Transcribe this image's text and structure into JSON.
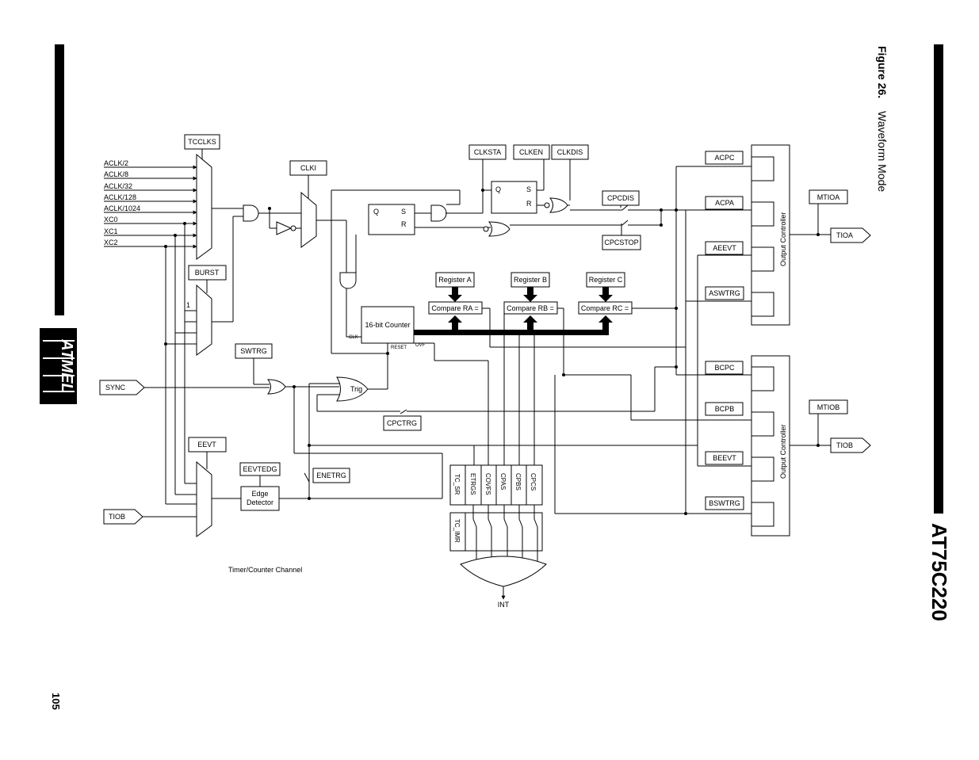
{
  "doc": {
    "figure_label": "Figure 26.",
    "figure_title": "Waveform Mode",
    "product": "AT75C220",
    "page_number": "105",
    "logo_text": "ATMEL",
    "caption": "Timer/Counter Channel"
  },
  "inputs": {
    "clocks": [
      "ACLK/2",
      "ACLK/8",
      "ACLK/32",
      "ACLK/128",
      "ACLK/1024",
      "XC0",
      "XC1",
      "XC2"
    ],
    "sync": "SYNC",
    "tiob_in": "TIOB",
    "one": "1"
  },
  "registers": {
    "tcclks": "TCCLKS",
    "clki": "CLKI",
    "burst": "BURST",
    "swtrg": "SWTRG",
    "eevt": "EEVT",
    "eevtedg": "EEVTEDG",
    "enetrg": "ENETRG",
    "cpctrg": "CPCTRG",
    "clksta": "CLKSTA",
    "clken": "CLKEN",
    "clkdis": "CLKDIS",
    "cpcdis": "CPCDIS",
    "cpcstop": "CPCSTOP",
    "register_a": "Register A",
    "register_b": "Register B",
    "register_c": "Register C",
    "compare_ra": "Compare RA =",
    "compare_rb": "Compare RB =",
    "compare_rc": "Compare RC ="
  },
  "blocks": {
    "counter": "16-bit Counter",
    "clk": "CLK",
    "reset": "RESET",
    "ovf": "OVF",
    "trig": "Trig",
    "edge_detector_1": "Edge",
    "edge_detector_2": "Detector",
    "ff1_q": "Q",
    "ff1_s": "S",
    "ff1_r": "R",
    "ff2_q": "Q",
    "ff2_s": "S",
    "ff2_r": "R",
    "int": "INT"
  },
  "status": {
    "tc_sr": "TC_SR",
    "bits": [
      "ETRGS",
      "COVFS",
      "CPAS",
      "CPBS",
      "CPCS"
    ],
    "tc_imr": "TC_IMR"
  },
  "output_a": {
    "controller": "Output Controller",
    "inputs": [
      "ACPC",
      "ACPA",
      "AEEVT",
      "ASWTRG"
    ],
    "mtio": "MTIOA",
    "tio": "TIOA"
  },
  "output_b": {
    "controller": "Output Controller",
    "inputs": [
      "BCPC",
      "BCPB",
      "BEEVT",
      "BSWTRG"
    ],
    "mtio": "MTIOB",
    "tio": "TIOB"
  }
}
